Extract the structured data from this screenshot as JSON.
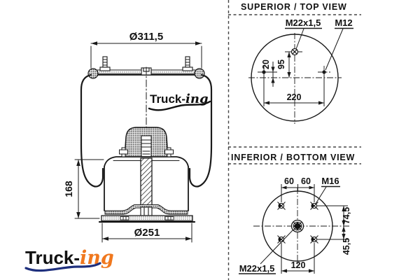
{
  "colors": {
    "line": "#1a1a1a",
    "logo_blue": "#1e2f7d",
    "logo_orange": "#f0781e"
  },
  "elevation": {
    "dim_top_diameter": "Ø311,5",
    "dim_height": "168",
    "dim_bottom_diameter": "Ø251",
    "logo_center": {
      "part1": "Truck-",
      "part2": "ing"
    },
    "logo_bottom": {
      "part1": "Truck-",
      "part2": "ing"
    }
  },
  "top_view": {
    "title": "SUPERIOR / TOP VIEW",
    "label_center_thread": "M22x1,5",
    "label_side_thread": "M12",
    "dim_hole_offset": "20",
    "dim_center_offset": "95",
    "dim_hole_spacing": "220"
  },
  "bottom_view": {
    "title": "INFERIOR / BOTTOM VIEW",
    "dim_left": "60",
    "dim_right": "60",
    "label_stud_thread": "M16",
    "dim_upper": "74,5",
    "dim_lower": "45,5",
    "label_center_thread": "M22x1,5",
    "dim_span": "120"
  }
}
